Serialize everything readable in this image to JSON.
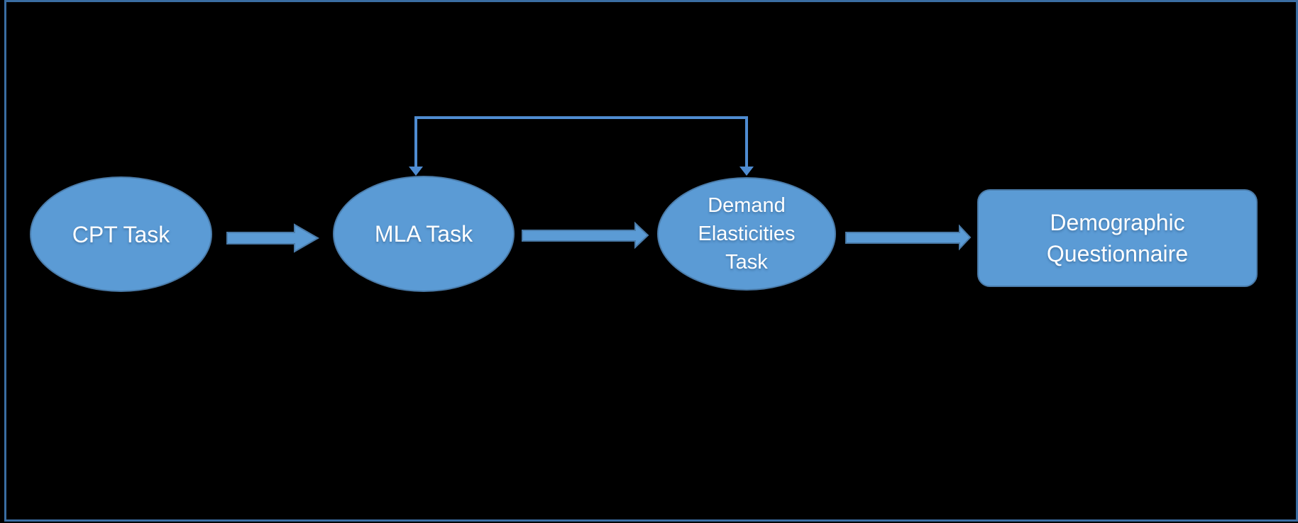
{
  "page": {
    "background": "#000000",
    "frame_color": "#3a6da2"
  },
  "palette": {
    "node_fill": "#5b9bd5",
    "node_stroke": "#4a7ba9",
    "arrow_fill": "#5b9bd5",
    "arrow_stroke": "#4a7ba9",
    "connector_color": "#4f8cd1",
    "label_color": "#ffffff"
  },
  "diagram": {
    "type": "flowchart",
    "nodes": [
      {
        "id": "cpt-task",
        "shape": "ellipse",
        "label": "CPT Task"
      },
      {
        "id": "mla-task",
        "shape": "ellipse",
        "label": "MLA Task"
      },
      {
        "id": "demand-elasticities-task",
        "shape": "ellipse",
        "label": "Demand Elasticities Task"
      },
      {
        "id": "demographic-questionnaire",
        "shape": "rounded-rectangle",
        "label": "Demographic Questionnaire"
      }
    ],
    "edges": [
      {
        "from": "CPT Task",
        "to": "MLA Task",
        "style": "block-arrow"
      },
      {
        "from": "MLA Task",
        "to": "Demand Elasticities Task",
        "style": "block-arrow"
      },
      {
        "from": "Demand Elasticities Task",
        "to": "Demographic Questionnaire",
        "style": "block-arrow"
      },
      {
        "between": [
          "MLA Task",
          "Demand Elasticities Task"
        ],
        "style": "elbow-connector",
        "arrowheads": "both-ends-down"
      }
    ]
  }
}
